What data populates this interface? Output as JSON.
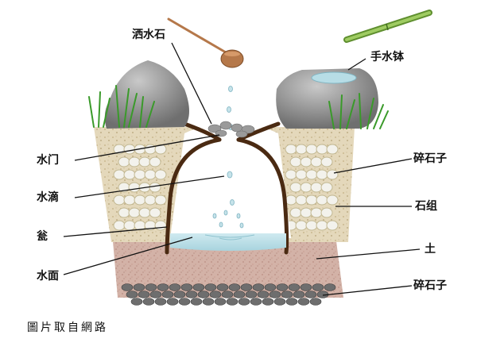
{
  "labels": {
    "ladle": "洒水石",
    "basin": "手水钵",
    "gate": "水门",
    "drops": "水滴",
    "jar": "瓮",
    "surface": "水面",
    "gravel_top": "碎石子",
    "stones": "石组",
    "soil": "土",
    "gravel_bottom": "碎石子"
  },
  "caption": "圖片取自網路",
  "colors": {
    "soil": "#cba69b",
    "gravel_fill": "#ddd0b0",
    "stone": "#f2f2ee",
    "jar_outline": "#4a2a12",
    "water": "#b7dde6",
    "grass": "#3a9a2a",
    "rock": "#8a8a8a",
    "bamboo": "#7fb54a",
    "ladle_wood": "#b5784a"
  }
}
